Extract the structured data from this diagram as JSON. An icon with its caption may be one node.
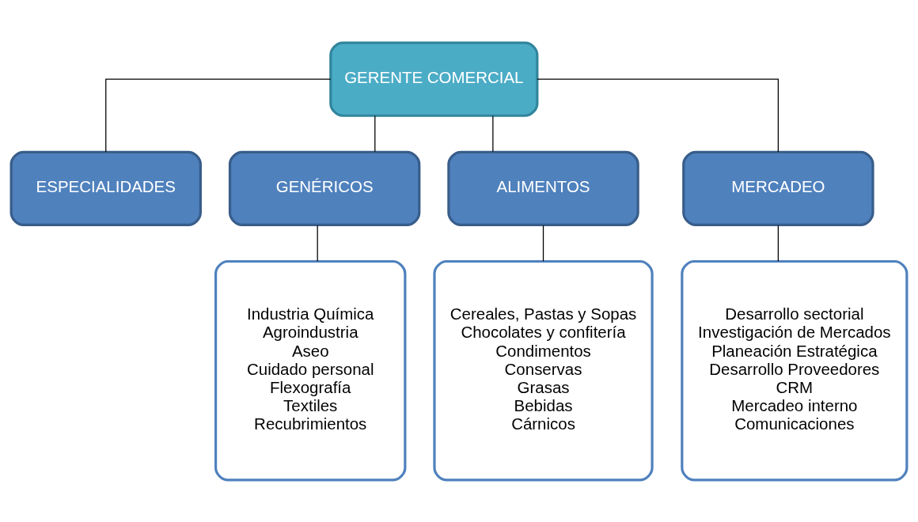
{
  "diagram": {
    "nodes": [
      {
        "text": [
          "GERENTE COMERCIAL"
        ]
      },
      {
        "text": [
          "ESPECIALIDADES"
        ]
      },
      {
        "text": [
          "GENÉRICOS"
        ]
      },
      {
        "text": [
          "ALIMENTOS"
        ]
      },
      {
        "text": [
          "MERCADEO"
        ]
      },
      {
        "text": [
          "Industria Química",
          "Agroindustria",
          "Aseo",
          "Cuidado personal",
          "Flexografía",
          "Textiles",
          "Recubrimientos"
        ]
      },
      {
        "text": [
          "Cereales, Pastas y Sopas",
          "Chocolates y confitería",
          "Condimentos",
          "Conservas",
          "Grasas",
          "Bebidas",
          "Cárnicos"
        ]
      },
      {
        "text": [
          "Desarrollo sectorial",
          "Investigación de Mercados",
          "Planeación Estratégica",
          "Desarrollo Proveedores",
          "CRM",
          "Mercadeo interno",
          "Comunicaciones"
        ]
      }
    ],
    "edges": [
      {
        "from": 0,
        "to": 1,
        "arrow": "none"
      },
      {
        "from": 0,
        "to": 2,
        "arrow": "none"
      },
      {
        "from": 0,
        "to": 3,
        "arrow": "none"
      },
      {
        "from": 0,
        "to": 4,
        "arrow": "none"
      },
      {
        "from": 2,
        "to": 5,
        "arrow": "none"
      },
      {
        "from": 3,
        "to": 6,
        "arrow": "none"
      },
      {
        "from": 4,
        "to": 7,
        "arrow": "none"
      }
    ]
  }
}
